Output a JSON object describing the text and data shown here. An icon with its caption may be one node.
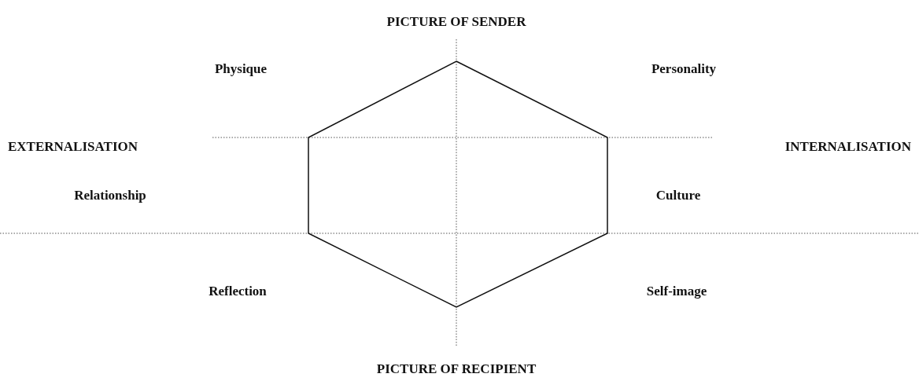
{
  "diagram": {
    "labels": [
      "PICTURE OF SENDER",
      "Physique",
      "Personality",
      "EXTERNALISATION",
      "INTERNALISATION",
      "Relationship",
      "Culture",
      "Reflection",
      "Self-image",
      "PICTURE OF RECIPIENT"
    ]
  }
}
